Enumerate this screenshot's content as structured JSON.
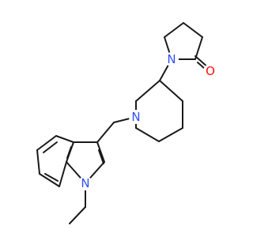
{
  "atoms": [
    {
      "id": "N_pyrrolidinone",
      "symbol": "N",
      "color": "#3050F8"
    },
    {
      "id": "O_carbonyl",
      "symbol": "O",
      "color": "#FF0D0D"
    },
    {
      "id": "N_piperidine",
      "symbol": "N",
      "color": "#3050F8"
    },
    {
      "id": "N_indole",
      "symbol": "N",
      "color": "#3050F8"
    }
  ],
  "bond_color": "#1a1a1a",
  "background": "#ffffff"
}
